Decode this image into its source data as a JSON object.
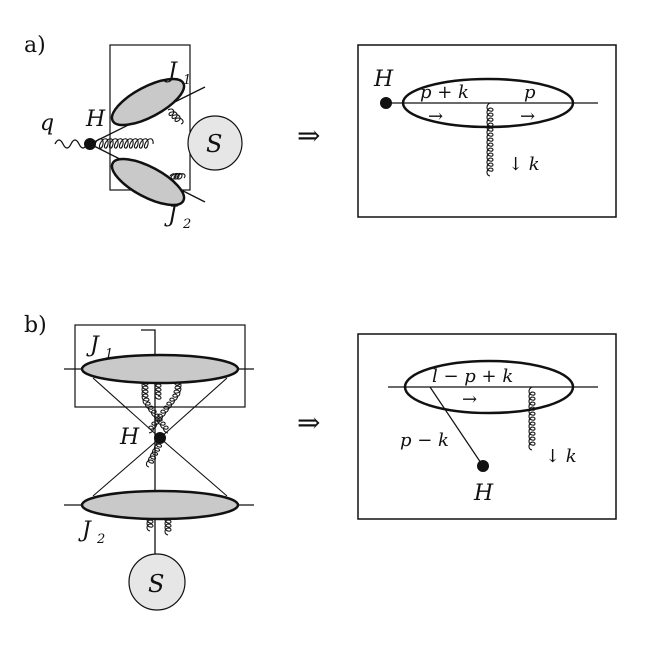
{
  "panel_a": {
    "tag": "a)",
    "left": {
      "q": "q",
      "h": "H",
      "j1": "J",
      "j1_sub": "1",
      "j2": "J",
      "j2_sub": "2",
      "s": "S"
    },
    "implies": "⇒",
    "right": {
      "h": "H",
      "p_plus_k": "p + k",
      "p": "p",
      "arrow1": "→",
      "arrow2": "→",
      "k": "↓ k"
    }
  },
  "panel_b": {
    "tag": "b)",
    "left": {
      "j1": "J",
      "j1_sub": "1",
      "h": "H",
      "j2": "J",
      "j2_sub": "2",
      "s": "S"
    },
    "implies": "⇒",
    "right": {
      "l_minus_p_plus_k": "l − p + k",
      "arrow": "→",
      "p_minus_k": "p − k",
      "h": "H",
      "k": "↓ k"
    }
  }
}
